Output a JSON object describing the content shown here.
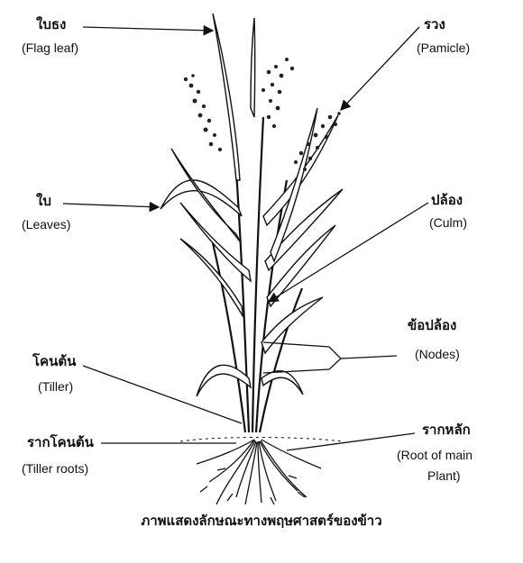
{
  "labels": {
    "flag_leaf": {
      "thai": "ใบธง",
      "english": "(Flag leaf)"
    },
    "panicle": {
      "thai": "รวง",
      "english": "(Pamicle)"
    },
    "leaves": {
      "thai": "ใบ",
      "english": "(Leaves)"
    },
    "culm": {
      "thai": "ปล้อง",
      "english": "(Culm)"
    },
    "nodes": {
      "thai": "ข้อปล้อง",
      "english": "(Nodes)"
    },
    "tiller": {
      "thai": "โคนต้น",
      "english": "(Tiller)"
    },
    "tiller_roots": {
      "thai": "รากโคนต้น",
      "english": "(Tiller roots)"
    },
    "main_root": {
      "thai": "รากหลัก",
      "english_line1": "(Root of main",
      "english_line2": "Plant)"
    }
  },
  "caption": "ภาพแสดงลักษณะทางพฤษศาสตร์ของข้าว",
  "colors": {
    "ink": "#111111",
    "background": "#ffffff"
  }
}
